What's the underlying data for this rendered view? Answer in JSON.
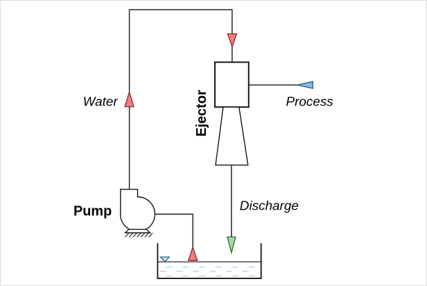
{
  "diagram": {
    "labels": {
      "water": "Water",
      "process": "Process",
      "discharge": "Discharge",
      "pump": "Pump",
      "ejector": "Ejector"
    },
    "flows": [
      {
        "name": "ejector-inlet",
        "direction": "down",
        "color": "red"
      },
      {
        "name": "water-supply",
        "direction": "up",
        "color": "red"
      },
      {
        "name": "process-inlet",
        "direction": "left",
        "color": "blue"
      },
      {
        "name": "discharge",
        "direction": "down",
        "color": "green"
      },
      {
        "name": "pump-suction",
        "direction": "up",
        "color": "red"
      }
    ],
    "colors": {
      "red_arrow": "#f27d81",
      "blue_arrow": "#82bbe3",
      "green_arrow": "#a7d8a9",
      "level_symbol": "#b8e0f0",
      "water_dashes": "#bcd9ec",
      "line": "#141414"
    }
  }
}
